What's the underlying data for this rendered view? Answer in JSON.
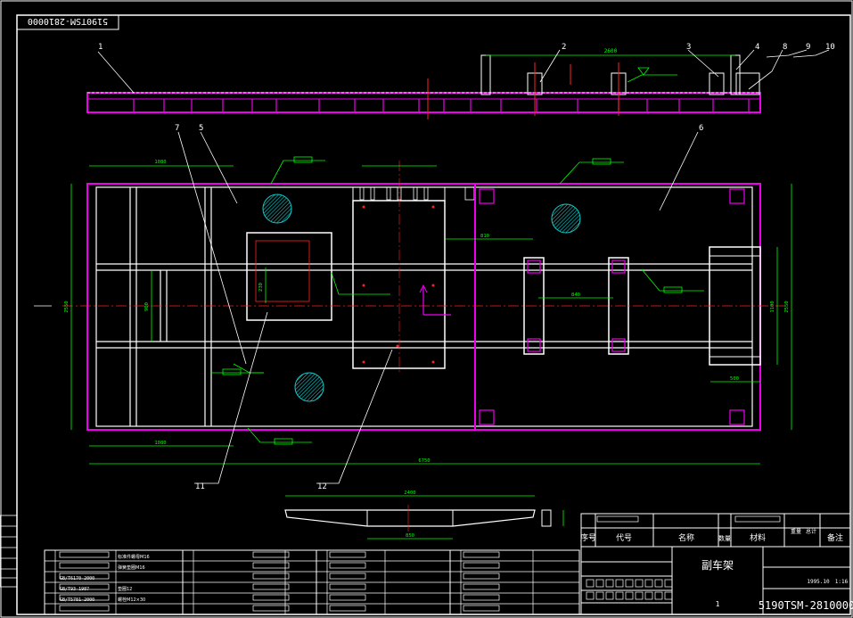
{
  "drawing": {
    "number_top": "5190TSM-2810000",
    "number_bottom": "5190TSM-2810000",
    "title": "副车架",
    "quantity": "1"
  },
  "part_labels": [
    "1",
    "2",
    "3",
    "4",
    "8",
    "9",
    "10",
    "7",
    "5",
    "6",
    "11",
    "12"
  ],
  "dimensions": {
    "top_view_width": "2600",
    "left_top": "1080",
    "left_bottom": "1080",
    "total_length": "6750",
    "height_left": "2550",
    "height_right": "2550",
    "right_inner": "1100",
    "mid_height": "900",
    "mid_small": "230",
    "box_spacing": "840",
    "right_bottom": "500",
    "center_offset": "810",
    "section_width": "2400",
    "section_inner": "850"
  },
  "title_block": {
    "seq_header": "序号",
    "code_header": "代号",
    "name_header": "名称",
    "qty_header": "数量",
    "material_header": "材料",
    "weight_header": "重量",
    "total_header": "总计",
    "note_header": "备注",
    "scale": "1:16",
    "date": "1995.10"
  },
  "bom_left_codes": [
    "GB/T6170-2000",
    "GB/T93-1987",
    "GB/T5781-2000",
    ""
  ],
  "bom_left_names": [
    "标准件螺母M16",
    "弹簧垫圈M16",
    "垫圈12",
    "螺栓M12×30"
  ]
}
